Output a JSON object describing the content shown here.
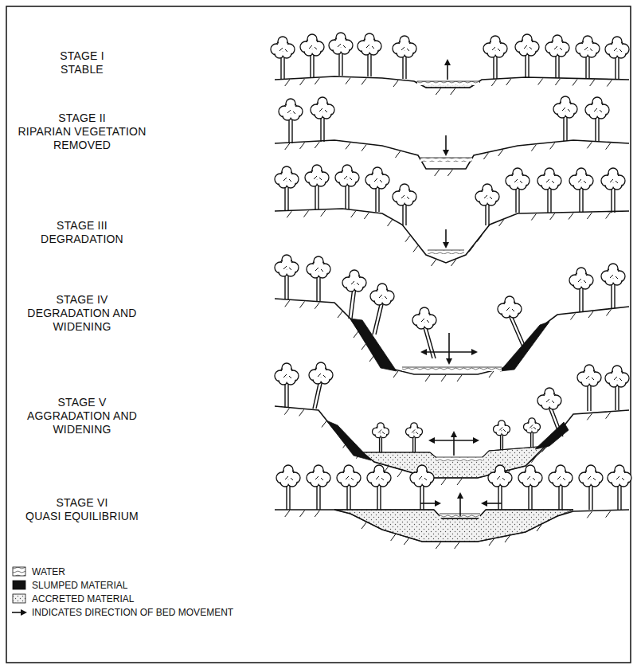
{
  "diagram": {
    "labels": [
      "STAGE I",
      "STABLE",
      "STAGE II",
      "RIPARIAN VEGETATION REMOVED",
      "STAGE III",
      "DEGRADATION",
      "STAGE IV",
      "DEGRADATION AND WIDENING",
      "STAGE V",
      "AGGRADATION AND WIDENING",
      "STAGE VI",
      "QUASI EQUILIBRIUM"
    ],
    "legend": [
      {
        "text": "WATER"
      },
      {
        "text": "SLUMPED MATERIAL",
        "color": "#111111"
      },
      {
        "text": "ACCRETED MATERIAL"
      },
      {
        "text": "INDICATES DIRECTION OF BED MOVEMENT"
      }
    ]
  }
}
